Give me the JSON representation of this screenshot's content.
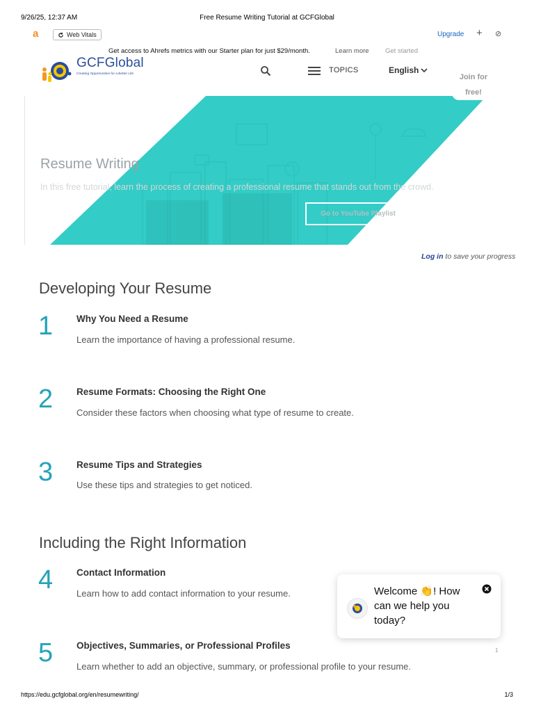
{
  "print": {
    "date": "9/26/25, 12:37 AM",
    "title": "Free Resume Writing Tutorial at GCFGlobal",
    "url": "https://edu.gcfglobal.org/en/resumewriting/",
    "page": "1/3"
  },
  "ahrefs": {
    "logo": "a",
    "webvitals": "Web Vitals",
    "upgrade": "Upgrade",
    "promo": "Get access to Ahrefs metrics with our Starter plan for just $29/month.",
    "learn_more": "Learn more",
    "get_started": "Get started"
  },
  "nav": {
    "logo_text": "GCFGlobal",
    "logo_tagline": "Creating Opportunities for a Better Life",
    "topics": "TOPICS",
    "language": "English",
    "join": [
      "Join for",
      "free!"
    ]
  },
  "hero": {
    "title": "Resume Writing",
    "description": "In this free tutorial, learn the process of creating a professional resume that stands out from the crowd.",
    "playlist_button": "Go to YouTube Playlist",
    "accent_color": "#33ccc6"
  },
  "login": {
    "link": "Log in",
    "suffix": " to save your progress"
  },
  "sections": [
    {
      "heading": "Developing Your Resume",
      "lessons": [
        {
          "num": "1",
          "title": "Why You Need a Resume",
          "desc": "Learn the importance of having a professional resume."
        },
        {
          "num": "2",
          "title": "Resume Formats: Choosing the Right One",
          "desc": "Consider these factors when choosing what type of resume to create."
        },
        {
          "num": "3",
          "title": "Resume Tips and Strategies",
          "desc": "Use these tips and strategies to get noticed."
        }
      ]
    },
    {
      "heading": "Including the Right Information",
      "lessons": [
        {
          "num": "4",
          "title": "Contact Information",
          "desc": "Learn how to add contact information to your resume."
        },
        {
          "num": "5",
          "title": "Objectives, Summaries, or Professional Profiles",
          "desc": "Learn whether to add an objective, summary, or professional profile to your resume."
        }
      ]
    }
  ],
  "chat": {
    "lines": [
      "Welcome 👏! How",
      "can we help you",
      "today?"
    ],
    "count": "1"
  }
}
